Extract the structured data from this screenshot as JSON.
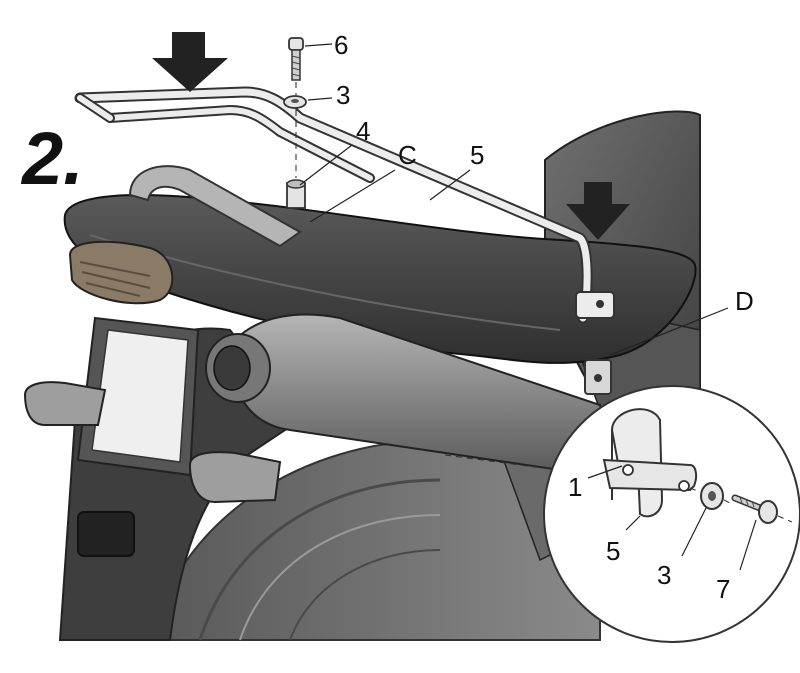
{
  "step_number": "2.",
  "callouts": {
    "six": "6",
    "three_top": "3",
    "four": "4",
    "c": "C",
    "five_top": "5",
    "d": "D",
    "one": "1",
    "five_inset": "5",
    "three_inset": "3",
    "seven": "7"
  },
  "colors": {
    "body_dark": "#4a4a4a",
    "body_mid": "#6b6b6b",
    "seat": "#3f3f3f",
    "muffler": "#8a8a8a",
    "rack": "#e8e8e8",
    "arrow": "#222222"
  },
  "icons": {
    "top_arrow": "down-arrow-icon",
    "right_arrow": "down-arrow-icon"
  }
}
